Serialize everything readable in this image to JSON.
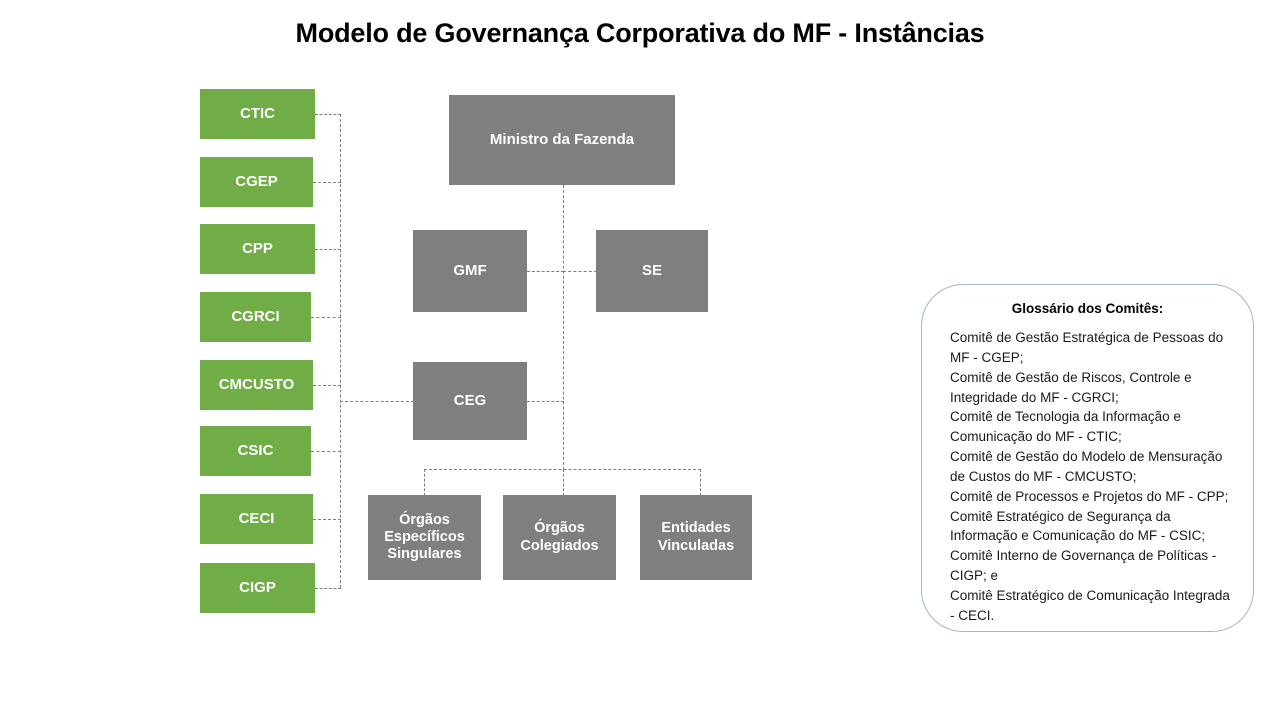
{
  "title": "Modelo de Governança Corporativa do MF - Instâncias",
  "colors": {
    "committee_green": "#70ad47",
    "org_gray": "#7f7f7f",
    "connector": "#7f7f7f",
    "callout_border": "#9fb6cd",
    "node_text": "#ffffff",
    "title_text": "#000000"
  },
  "committees": [
    {
      "label": "CTIC"
    },
    {
      "label": "CGEP"
    },
    {
      "label": "CPP"
    },
    {
      "label": "CGRCI"
    },
    {
      "label": "CMCUSTO"
    },
    {
      "label": "CSIC"
    },
    {
      "label": "CECI"
    },
    {
      "label": "CIGP"
    }
  ],
  "hierarchy": {
    "root": {
      "label": "Ministro da Fazenda"
    },
    "second_level": [
      {
        "label": "GMF"
      },
      {
        "label": "SE"
      }
    ],
    "committee_hub": {
      "label": "CEG"
    },
    "bottom_level": [
      {
        "label": "Órgãos Específicos Singulares"
      },
      {
        "label": "Órgãos Colegiados"
      },
      {
        "label": "Entidades Vinculadas"
      }
    ]
  },
  "glossary": {
    "title": "Glossário dos Comitês:",
    "entries": [
      "Comitê de Gestão Estratégica de Pessoas do MF - CGEP;",
      "Comitê de Gestão de Riscos, Controle e Integridade do MF - CGRCI;",
      "Comitê de Tecnologia da Informação e Comunicação do MF - CTIC;",
      "Comitê de Gestão do Modelo de Mensuração de Custos do MF - CMCUSTO;",
      "Comitê de Processos e Projetos do MF - CPP;",
      "Comitê Estratégico de Segurança da Informação e Comunicação do MF - CSIC;",
      "Comitê Interno de Governança de Políticas - CIGP; e",
      "Comitê Estratégico de Comunicação Integrada - CECI."
    ]
  }
}
